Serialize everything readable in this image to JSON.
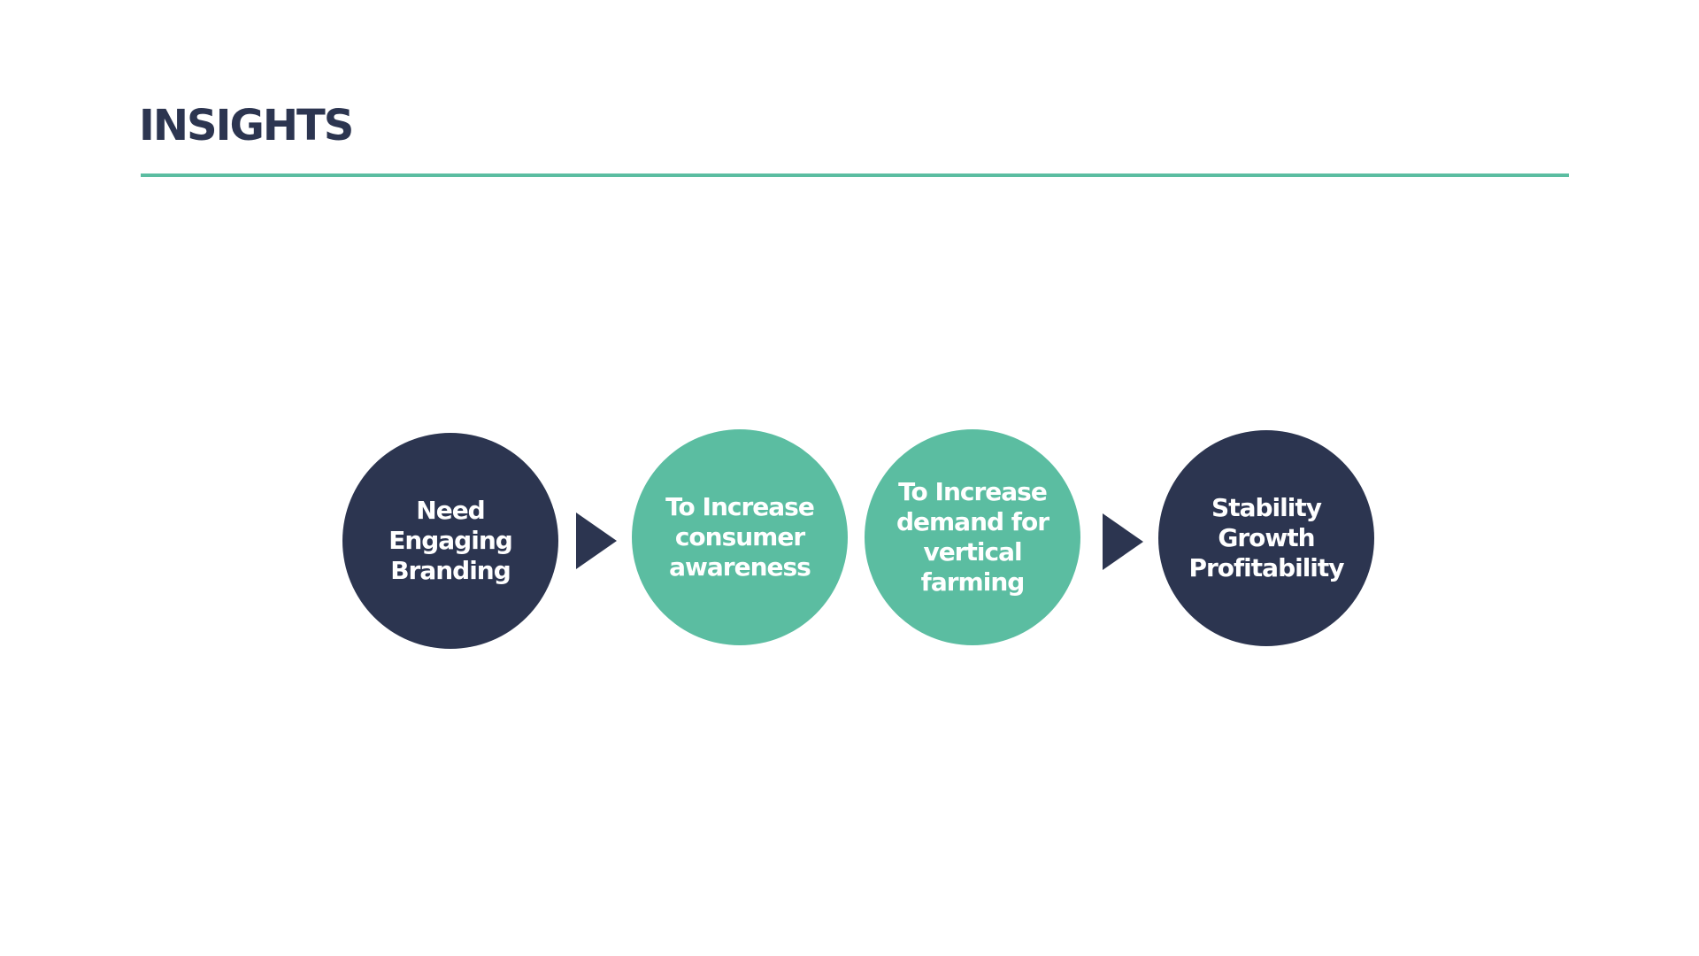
{
  "header": {
    "title": "INSIGHTS"
  },
  "flow": {
    "steps": [
      {
        "label": "Need\nEngaging\nBranding",
        "color": "#2c3550"
      },
      {
        "label": "To Increase\nconsumer\nawareness",
        "color": "#5bbda1"
      },
      {
        "label": "To Increase\ndemand for\nvertical\nfarming",
        "color": "#5bbda1"
      },
      {
        "label": "Stability\nGrowth\nProfitability",
        "color": "#2c3550"
      }
    ],
    "arrow_icon": "triangle-right-icon"
  },
  "colors": {
    "navy": "#2c3550",
    "teal": "#5bbda1",
    "background": "#ffffff"
  }
}
